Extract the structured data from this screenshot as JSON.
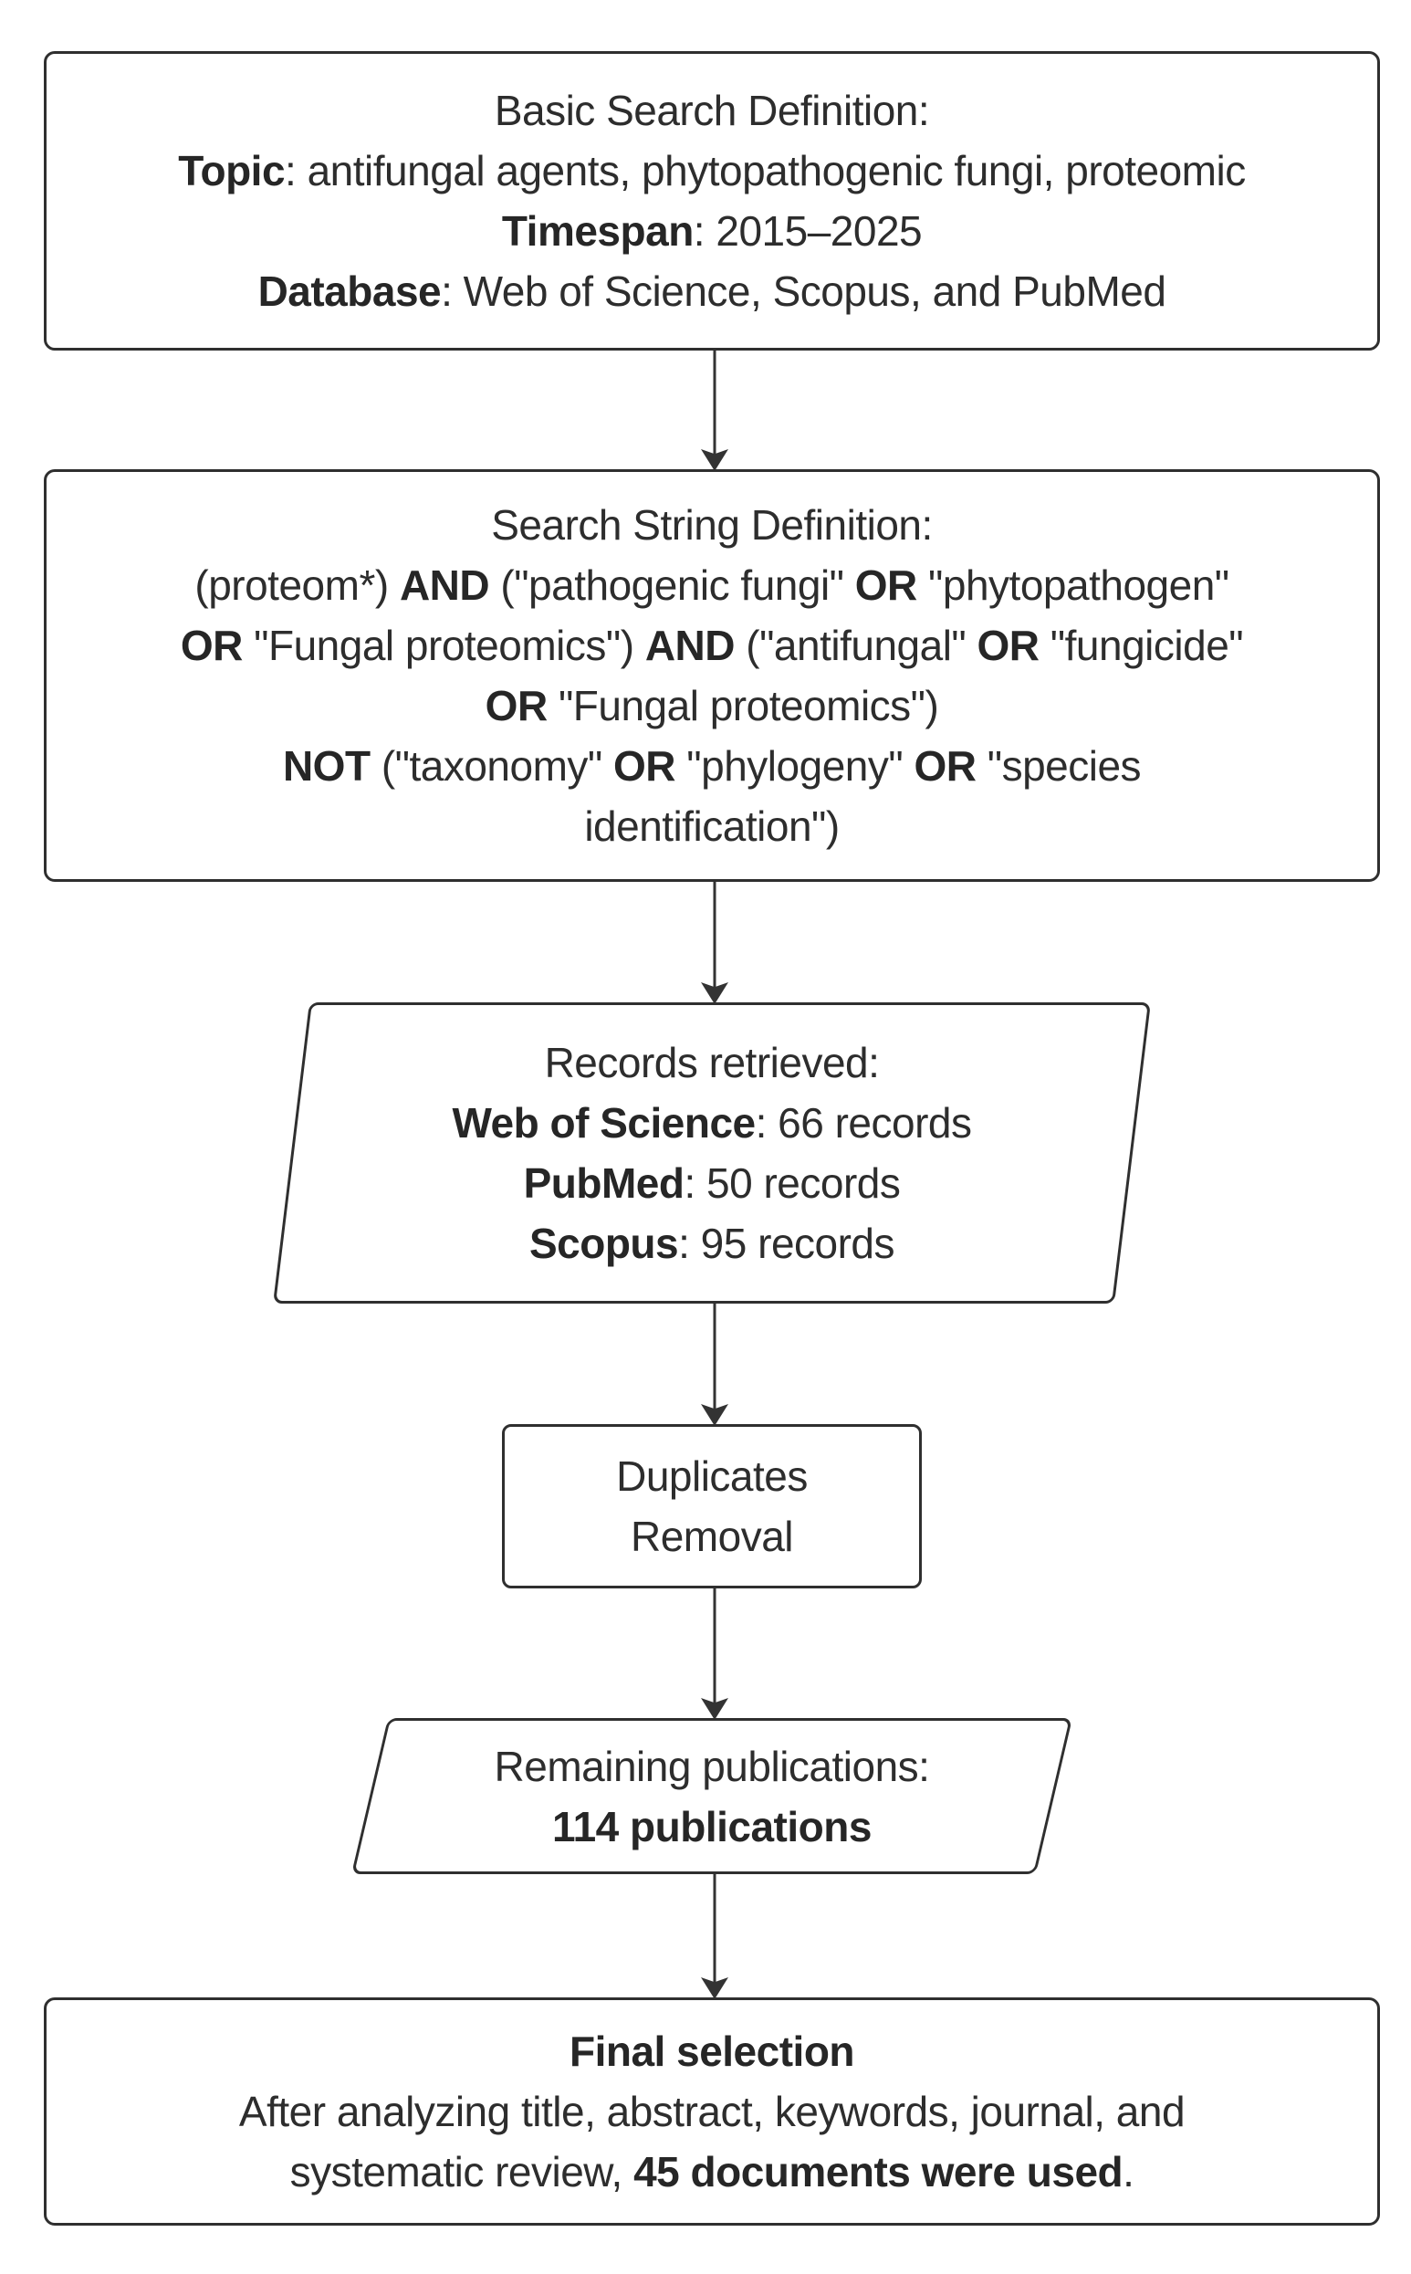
{
  "colors": {
    "background": "#ffffff",
    "node_fill": "#ffffff",
    "node_border": "#2f2f2f",
    "text": "#2d2d2d",
    "arrow": "#333333"
  },
  "nodes": {
    "basic": {
      "shape": "rounded-rect",
      "lines": [
        [
          {
            "t": "Basic Search Definition:"
          }
        ],
        [
          {
            "t": "Topic",
            "b": true
          },
          {
            "t": ": antifungal agents, phytopathogenic fungi, proteomic"
          }
        ],
        [
          {
            "t": "Timespan",
            "b": true
          },
          {
            "t": ": 2015–2025"
          }
        ],
        [
          {
            "t": "Database",
            "b": true
          },
          {
            "t": ": Web of Science, Scopus, and PubMed"
          }
        ]
      ]
    },
    "search": {
      "shape": "rounded-rect",
      "lines": [
        [
          {
            "t": "Search String Definition:"
          }
        ],
        [
          {
            "t": "(proteom*) "
          },
          {
            "t": "AND",
            "b": true
          },
          {
            "t": " (\"pathogenic fungi\" "
          },
          {
            "t": "OR",
            "b": true
          },
          {
            "t": " \"phytopathogen\""
          }
        ],
        [
          {
            "t": "OR",
            "b": true
          },
          {
            "t": " \"Fungal proteomics\") "
          },
          {
            "t": "AND",
            "b": true
          },
          {
            "t": " (\"antifungal\" "
          },
          {
            "t": "OR",
            "b": true
          },
          {
            "t": " \"fungicide\""
          }
        ],
        [
          {
            "t": "OR",
            "b": true
          },
          {
            "t": " \"Fungal proteomics\")"
          }
        ],
        [
          {
            "t": "NOT",
            "b": true
          },
          {
            "t": " (\"taxonomy\" "
          },
          {
            "t": "OR",
            "b": true
          },
          {
            "t": " \"phylogeny\" "
          },
          {
            "t": "OR",
            "b": true
          },
          {
            "t": " \"species"
          }
        ],
        [
          {
            "t": "identification\")"
          }
        ]
      ]
    },
    "records": {
      "shape": "parallelogram",
      "lines": [
        [
          {
            "t": "Records retrieved:"
          }
        ],
        [
          {
            "t": "Web of Science",
            "b": true
          },
          {
            "t": ": 66 records"
          }
        ],
        [
          {
            "t": "PubMed",
            "b": true
          },
          {
            "t": ": 50 records"
          }
        ],
        [
          {
            "t": "Scopus",
            "b": true
          },
          {
            "t": ": 95 records"
          }
        ]
      ]
    },
    "duplicates": {
      "shape": "rounded-rect",
      "lines": [
        [
          {
            "t": "Duplicates"
          }
        ],
        [
          {
            "t": "Removal"
          }
        ]
      ]
    },
    "remaining": {
      "shape": "parallelogram",
      "lines": [
        [
          {
            "t": "Remaining publications:"
          }
        ],
        [
          {
            "t": "114 publications",
            "b": true
          }
        ]
      ]
    },
    "final": {
      "shape": "rounded-rect",
      "lines": [
        [
          {
            "t": "Final selection",
            "b": true
          }
        ],
        [
          {
            "t": "After analyzing title, abstract, keywords, journal, and"
          }
        ],
        [
          {
            "t": "systematic review, "
          },
          {
            "t": "45 documents were used",
            "b": true
          },
          {
            "t": "."
          }
        ]
      ]
    }
  },
  "edges": [
    {
      "from": "basic",
      "to": "search"
    },
    {
      "from": "search",
      "to": "records"
    },
    {
      "from": "records",
      "to": "duplicates"
    },
    {
      "from": "duplicates",
      "to": "remaining"
    },
    {
      "from": "remaining",
      "to": "final"
    }
  ]
}
